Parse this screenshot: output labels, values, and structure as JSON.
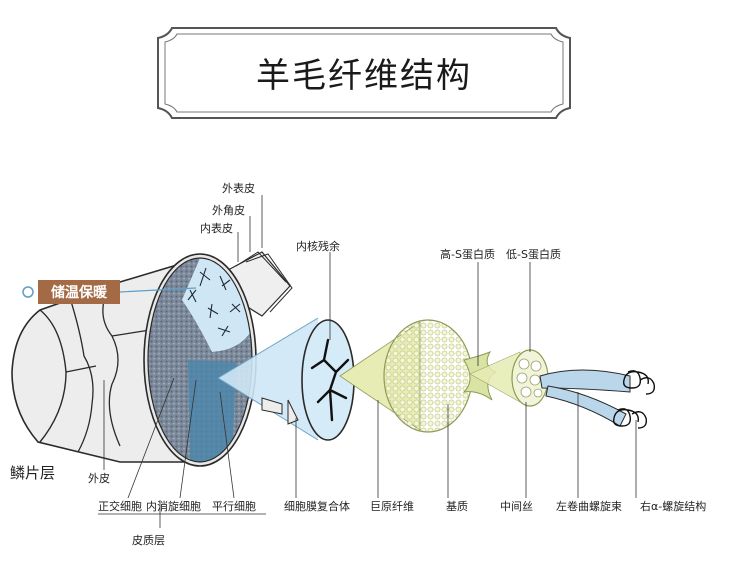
{
  "title": "羊毛纤维结构",
  "badge": {
    "text": "储温保暖",
    "color": "#a36a45"
  },
  "colors": {
    "outline": "#2a2a2a",
    "cuticle": "#ececec",
    "cortex_dark": "#6f7f93",
    "cortex_light": "#c9e3f3",
    "cortex_mid": "#4f83a8",
    "beam": "#cfe7f6",
    "macrofibril": "#e6ecb4",
    "matrix": "#d9e3a4",
    "intermediate": "#f1f4da",
    "helix": "#b9d6ea"
  },
  "labels": {
    "outer_epicuticle": "外表皮",
    "exocuticle": "外角皮",
    "endocuticle": "内表皮",
    "nuclear_remnant": "内核残余",
    "high_s_protein": "高-S蛋白质",
    "low_s_protein": "低-S蛋白质",
    "scale_layer": "鳞片层",
    "outer_skin": "外皮",
    "ortho_cells": "正交细胞",
    "meso_cells": "内消旋细胞",
    "para_cells": "平行细胞",
    "cortex_layer": "皮质层",
    "cell_membrane_complex": "细胞膜复合体",
    "macrofibril": "巨原纤维",
    "matrix": "基质",
    "intermediate_filament": "中间丝",
    "left_coiled_bundle": "左卷曲螺旋束",
    "right_alpha_helix": "右α-螺旋结构"
  }
}
